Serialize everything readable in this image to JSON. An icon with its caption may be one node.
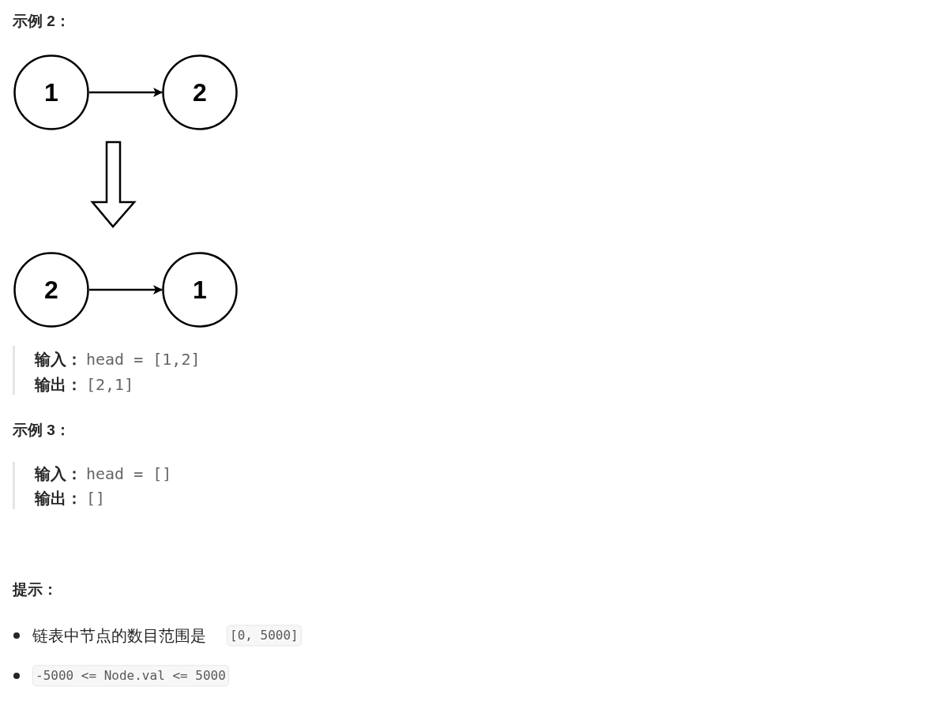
{
  "diagram": {
    "nodes": [
      {
        "text": [
          "1"
        ]
      },
      {
        "text": [
          "2"
        ]
      },
      {
        "text": [
          "2"
        ]
      },
      {
        "text": [
          "1"
        ]
      }
    ],
    "edges": [
      {
        "from": 0,
        "to": 1,
        "arrow": "to"
      },
      {
        "from": 2,
        "to": 3,
        "arrow": "to"
      }
    ],
    "labels": [
      "示例 2：",
      "输入：",
      "head = [1,2]",
      "输出：",
      "[2,1]",
      "示例 3：",
      "输入：",
      "head = []",
      "输出：",
      "[]",
      "提示：",
      "链表中节点的数目范围是",
      "[0, 5000]",
      "-5000 <= Node.val <= 5000"
    ]
  }
}
